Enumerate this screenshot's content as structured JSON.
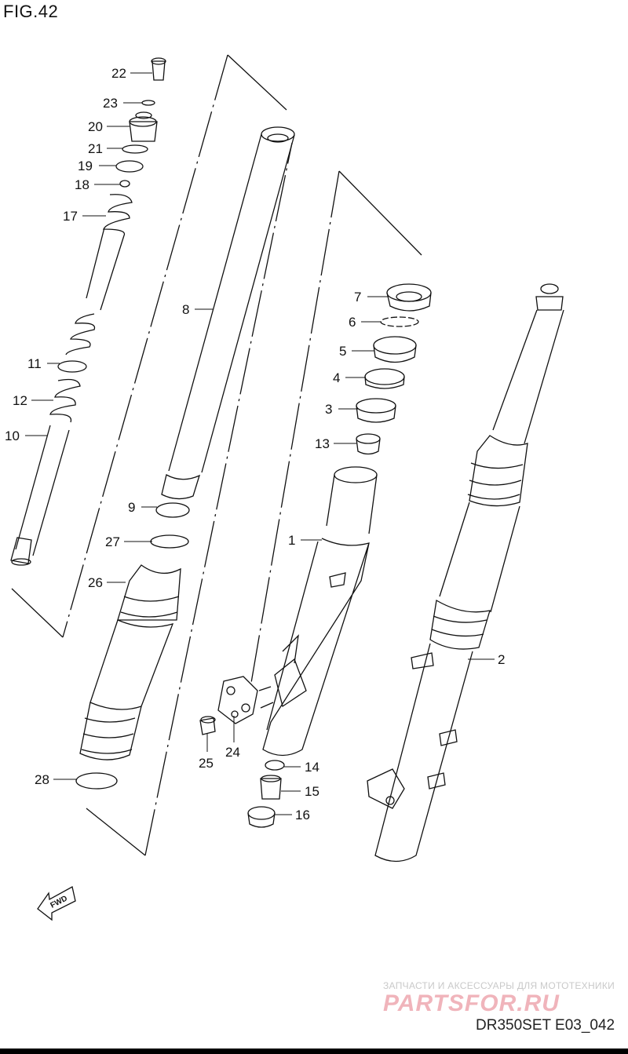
{
  "figure": {
    "title": "FIG.42",
    "code": "DR350SET E03_042"
  },
  "watermark": {
    "tagline": "ЗАПЧАСТИ И АКСЕССУАРЫ ДЛЯ МОТОТЕХНИКИ",
    "logo": "PARTSFOR.RU"
  },
  "arrow": {
    "label": "FWD"
  },
  "callouts": {
    "c1": "1",
    "c2": "2",
    "c3": "3",
    "c4": "4",
    "c5": "5",
    "c6": "6",
    "c7": "7",
    "c8": "8",
    "c9": "9",
    "c10": "10",
    "c11": "11",
    "c12": "12",
    "c13": "13",
    "c14": "14",
    "c15": "15",
    "c16": "16",
    "c17": "17",
    "c18": "18",
    "c19": "19",
    "c20": "20",
    "c21": "21",
    "c22": "22",
    "c23": "23",
    "c24": "24",
    "c25": "25",
    "c26": "26",
    "c27": "27",
    "c28": "28"
  }
}
